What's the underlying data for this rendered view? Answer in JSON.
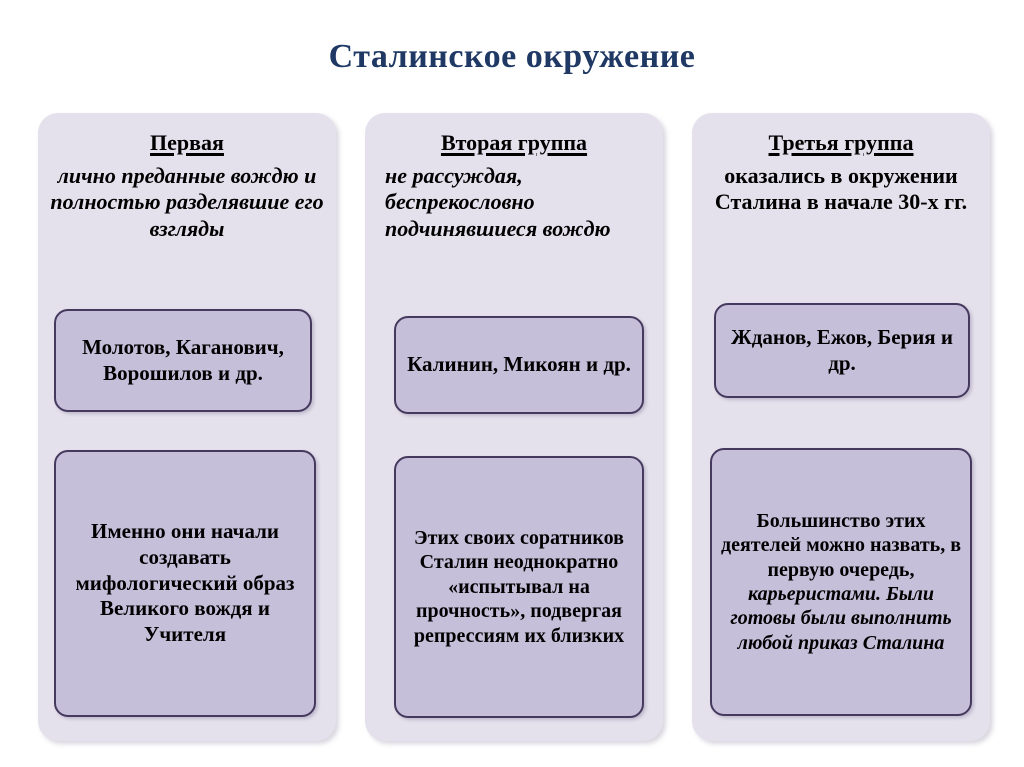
{
  "slide": {
    "title": "Сталинское окружение",
    "title_color": "#1F3864",
    "background_color": "#FFFFFF",
    "panel_color": "#E4E1EC",
    "box_color": "#C6BFDA",
    "box_border_color": "#453A5E"
  },
  "columns": [
    {
      "id": "first-group",
      "header": "Первая",
      "lead": "лично преданные вождю и полностью разделявшие его взгляды",
      "names_box": "Молотов, Каганович, Ворошилов и др.",
      "note_box": "Именно они начали создавать мифологический образ Великого вождя и Учителя"
    },
    {
      "id": "second-group",
      "header": "Вторая группа",
      "lead": "не рассуждая, беспрекословно подчинявшиеся вождю",
      "names_box": "Калинин, Микоян и др.",
      "note_box": "Этих своих соратников Сталин неоднократно «испытывал на прочность», подвергая репрессиям их близких"
    },
    {
      "id": "third-group",
      "header": "Третья группа",
      "lead": "оказались в окружении Сталина в начале 30-х гг.",
      "names_box": "Жданов, Ежов, Берия и др.",
      "note_box_part1": "Большинство этих деятелей можно назвать, в первую очередь,",
      "note_box_part2": "карьеристами. Были готовы были выполнить любой приказ Сталина"
    }
  ]
}
